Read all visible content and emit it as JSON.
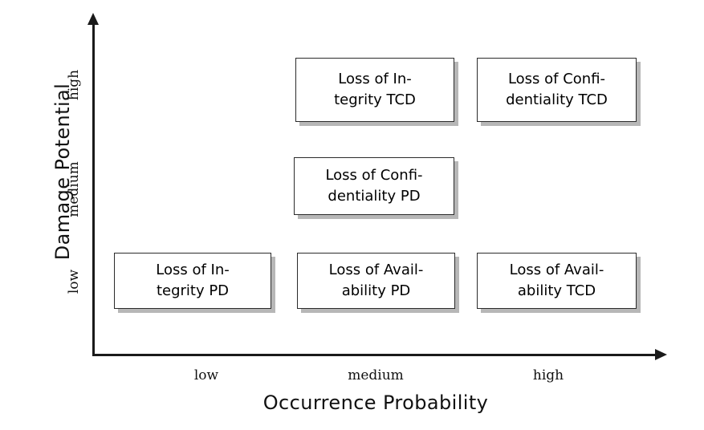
{
  "chart_data": {
    "type": "table",
    "title": "",
    "xlabel": "Occurrence Probability",
    "ylabel": "Damage Potential",
    "x_categories": [
      "low",
      "medium",
      "high"
    ],
    "y_categories": [
      "low",
      "medium",
      "high"
    ],
    "grid": false,
    "legend": "none",
    "cells": [
      {
        "id": "integrity-tcd",
        "x": "medium",
        "y": "high",
        "line1": "Loss of In-",
        "line2": "tegrity TCD",
        "text": "Loss of Integrity TCD"
      },
      {
        "id": "confidentiality-tcd",
        "x": "high",
        "y": "high",
        "line1": "Loss of Confi-",
        "line2": "dentiality TCD",
        "text": "Loss of Confidentiality TCD"
      },
      {
        "id": "confidentiality-pd",
        "x": "medium",
        "y": "medium",
        "line1": "Loss of Confi-",
        "line2": "dentiality PD",
        "text": "Loss of Confidentiality PD"
      },
      {
        "id": "integrity-pd",
        "x": "low",
        "y": "low",
        "line1": "Loss of In-",
        "line2": "tegrity PD",
        "text": "Loss of Integrity PD"
      },
      {
        "id": "availability-pd",
        "x": "medium",
        "y": "low",
        "line1": "Loss of Avail-",
        "line2": "ability PD",
        "text": "Loss of Availability PD"
      },
      {
        "id": "availability-tcd",
        "x": "high",
        "y": "low",
        "line1": "Loss of Avail-",
        "line2": "ability TCD",
        "text": "Loss of Availability TCD"
      }
    ]
  },
  "axes": {
    "y": {
      "title": "Damage Potential",
      "ticks": {
        "high": "high",
        "medium": "medium",
        "low": "low"
      }
    },
    "x": {
      "title": "Occurrence Probability",
      "ticks": {
        "low": "low",
        "medium": "medium",
        "high": "high"
      }
    }
  },
  "colors": {
    "axis": "#1a1a1a",
    "box_border": "#2b2b2b",
    "box_fill": "#ffffff",
    "box_shadow": "#b7b7b7",
    "text": "#000000",
    "background": "#ffffff"
  }
}
